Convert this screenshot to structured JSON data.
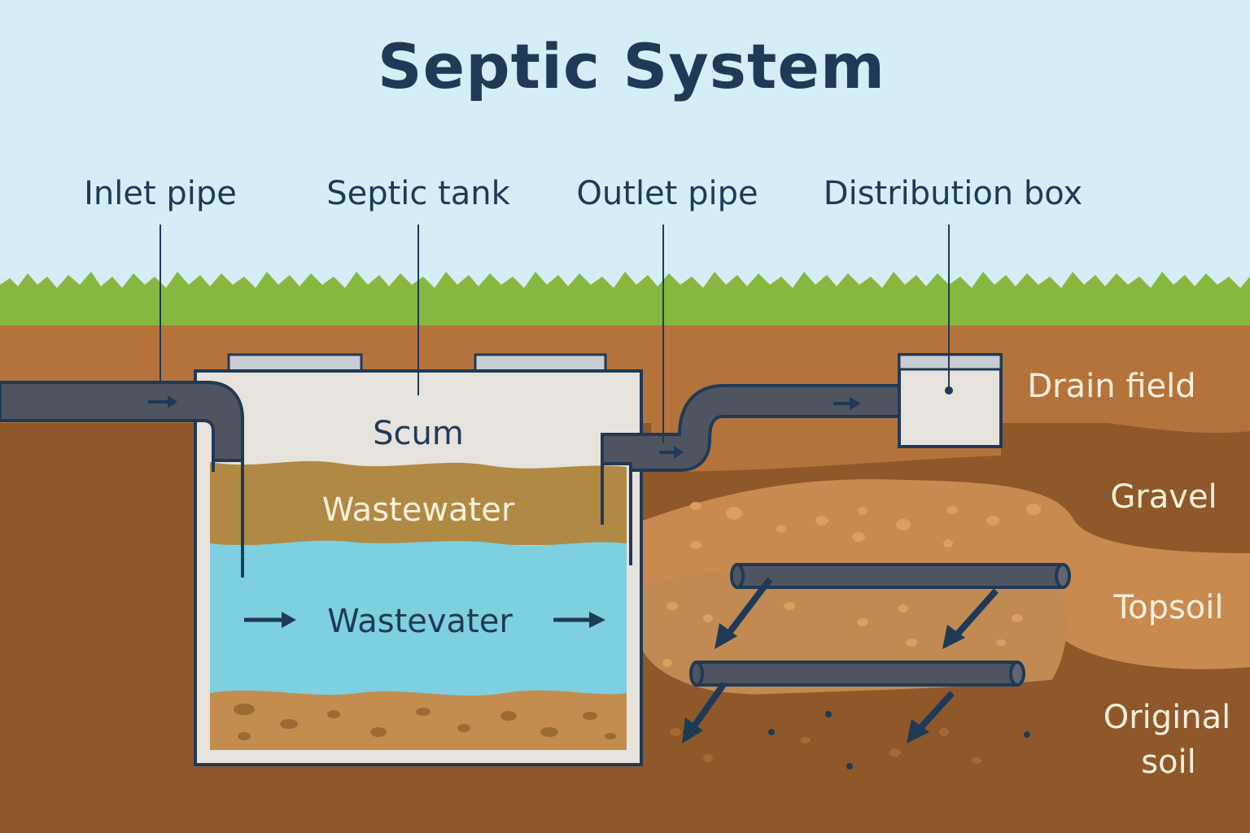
{
  "title": "Septic System",
  "callouts": {
    "inlet_pipe": "Inlet pipe",
    "septic_tank": "Septic tank",
    "outlet_pipe": "Outlet pipe",
    "distribution_box": "Distribution box"
  },
  "tank_layers": {
    "scum": "Scum",
    "middle": "Wastewater",
    "bottom": "Wastevater"
  },
  "soil_layers": {
    "drain_field": "Drain field",
    "gravel": "Gravel",
    "topsoil": "Topsoil",
    "original_soil_line1": "Original",
    "original_soil_line2": "soil"
  },
  "colors": {
    "sky": "#d3eef6",
    "grass": "#86b83f",
    "soil": "#b5733c",
    "soil_dark": "#8e582b",
    "pipe": "#4f5560",
    "outline": "#1f3a56",
    "water": "#7ecfe0",
    "wastewater": "#b08a44",
    "scum": "#e6e3dc"
  }
}
